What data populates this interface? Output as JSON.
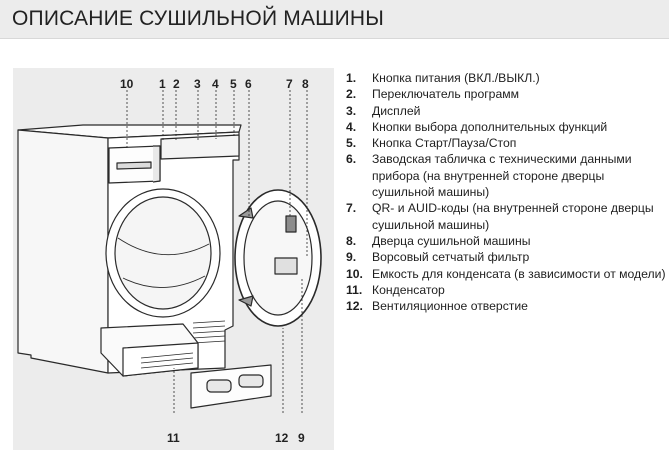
{
  "header": {
    "title": "ОПИСАНИЕ СУШИЛЬНОЙ МАШИНЫ"
  },
  "figure": {
    "top_callouts": [
      "10",
      "1",
      "2",
      "3",
      "4",
      "5",
      "6",
      "7",
      "8"
    ],
    "bottom_callouts": [
      "11",
      "12",
      "9"
    ]
  },
  "legend": [
    {
      "num": "1.",
      "text": "Кнопка питания (ВКЛ./ВЫКЛ.)"
    },
    {
      "num": "2.",
      "text": "Переключатель программ"
    },
    {
      "num": "3.",
      "text": "Дисплей"
    },
    {
      "num": "4.",
      "text": "Кнопки выбора дополнительных функций"
    },
    {
      "num": "5.",
      "text": "Кнопка Старт/Пауза/Стоп"
    },
    {
      "num": "6.",
      "text": "Заводская табличка с техническими данными прибора (на внутренней стороне дверцы сушильной машины)"
    },
    {
      "num": "7.",
      "text": "QR- и AUID-коды (на внутренней стороне дверцы сушильной машины)"
    },
    {
      "num": "8.",
      "text": "Дверца сушильной машины"
    },
    {
      "num": "9.",
      "text": "Ворсовый сетчатый фильтр"
    },
    {
      "num": "10.",
      "text": "Емкость для конденсата (в зависимости от модели)"
    },
    {
      "num": "11.",
      "text": "Конденсатор"
    },
    {
      "num": "12.",
      "text": "Вентиляционное отверстие"
    }
  ]
}
